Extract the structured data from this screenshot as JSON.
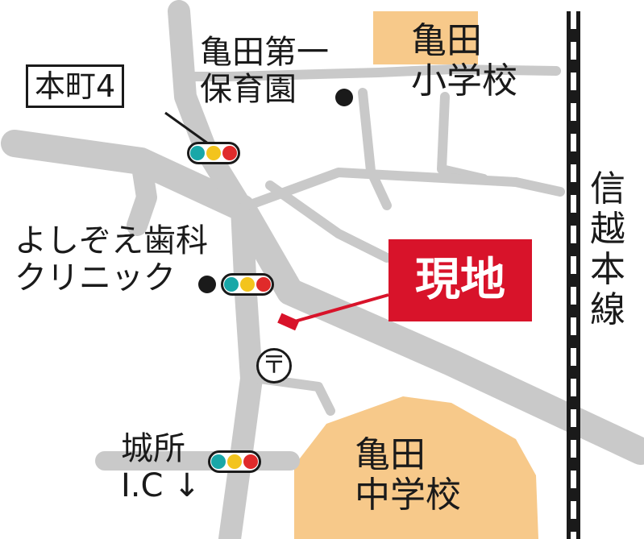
{
  "colors": {
    "road": "#c9c9c9",
    "school": "#f7c98a",
    "highlight": "#d8132a",
    "text": "#1a1a1a",
    "signal_green": "#19a7a8",
    "signal_yellow": "#f3c41d",
    "signal_red": "#e02a2a"
  },
  "labels": {
    "kameda_hoikuen": "亀田第一\n保育園",
    "kameda_shogakko": "亀田\n小学校",
    "honcho4": "本町4",
    "yoshizoe_clinic": "よしぞえ歯科\nクリニック",
    "genchi": "現地",
    "shinetsu_line": "信越本線",
    "joshou_ic": "城所\nI.C ↓",
    "kameda_chugakko": "亀田\n中学校"
  },
  "icons": {
    "postal": "〒",
    "traffic_signal": "traffic-signal-icon",
    "facility_dot": "dot-icon"
  }
}
